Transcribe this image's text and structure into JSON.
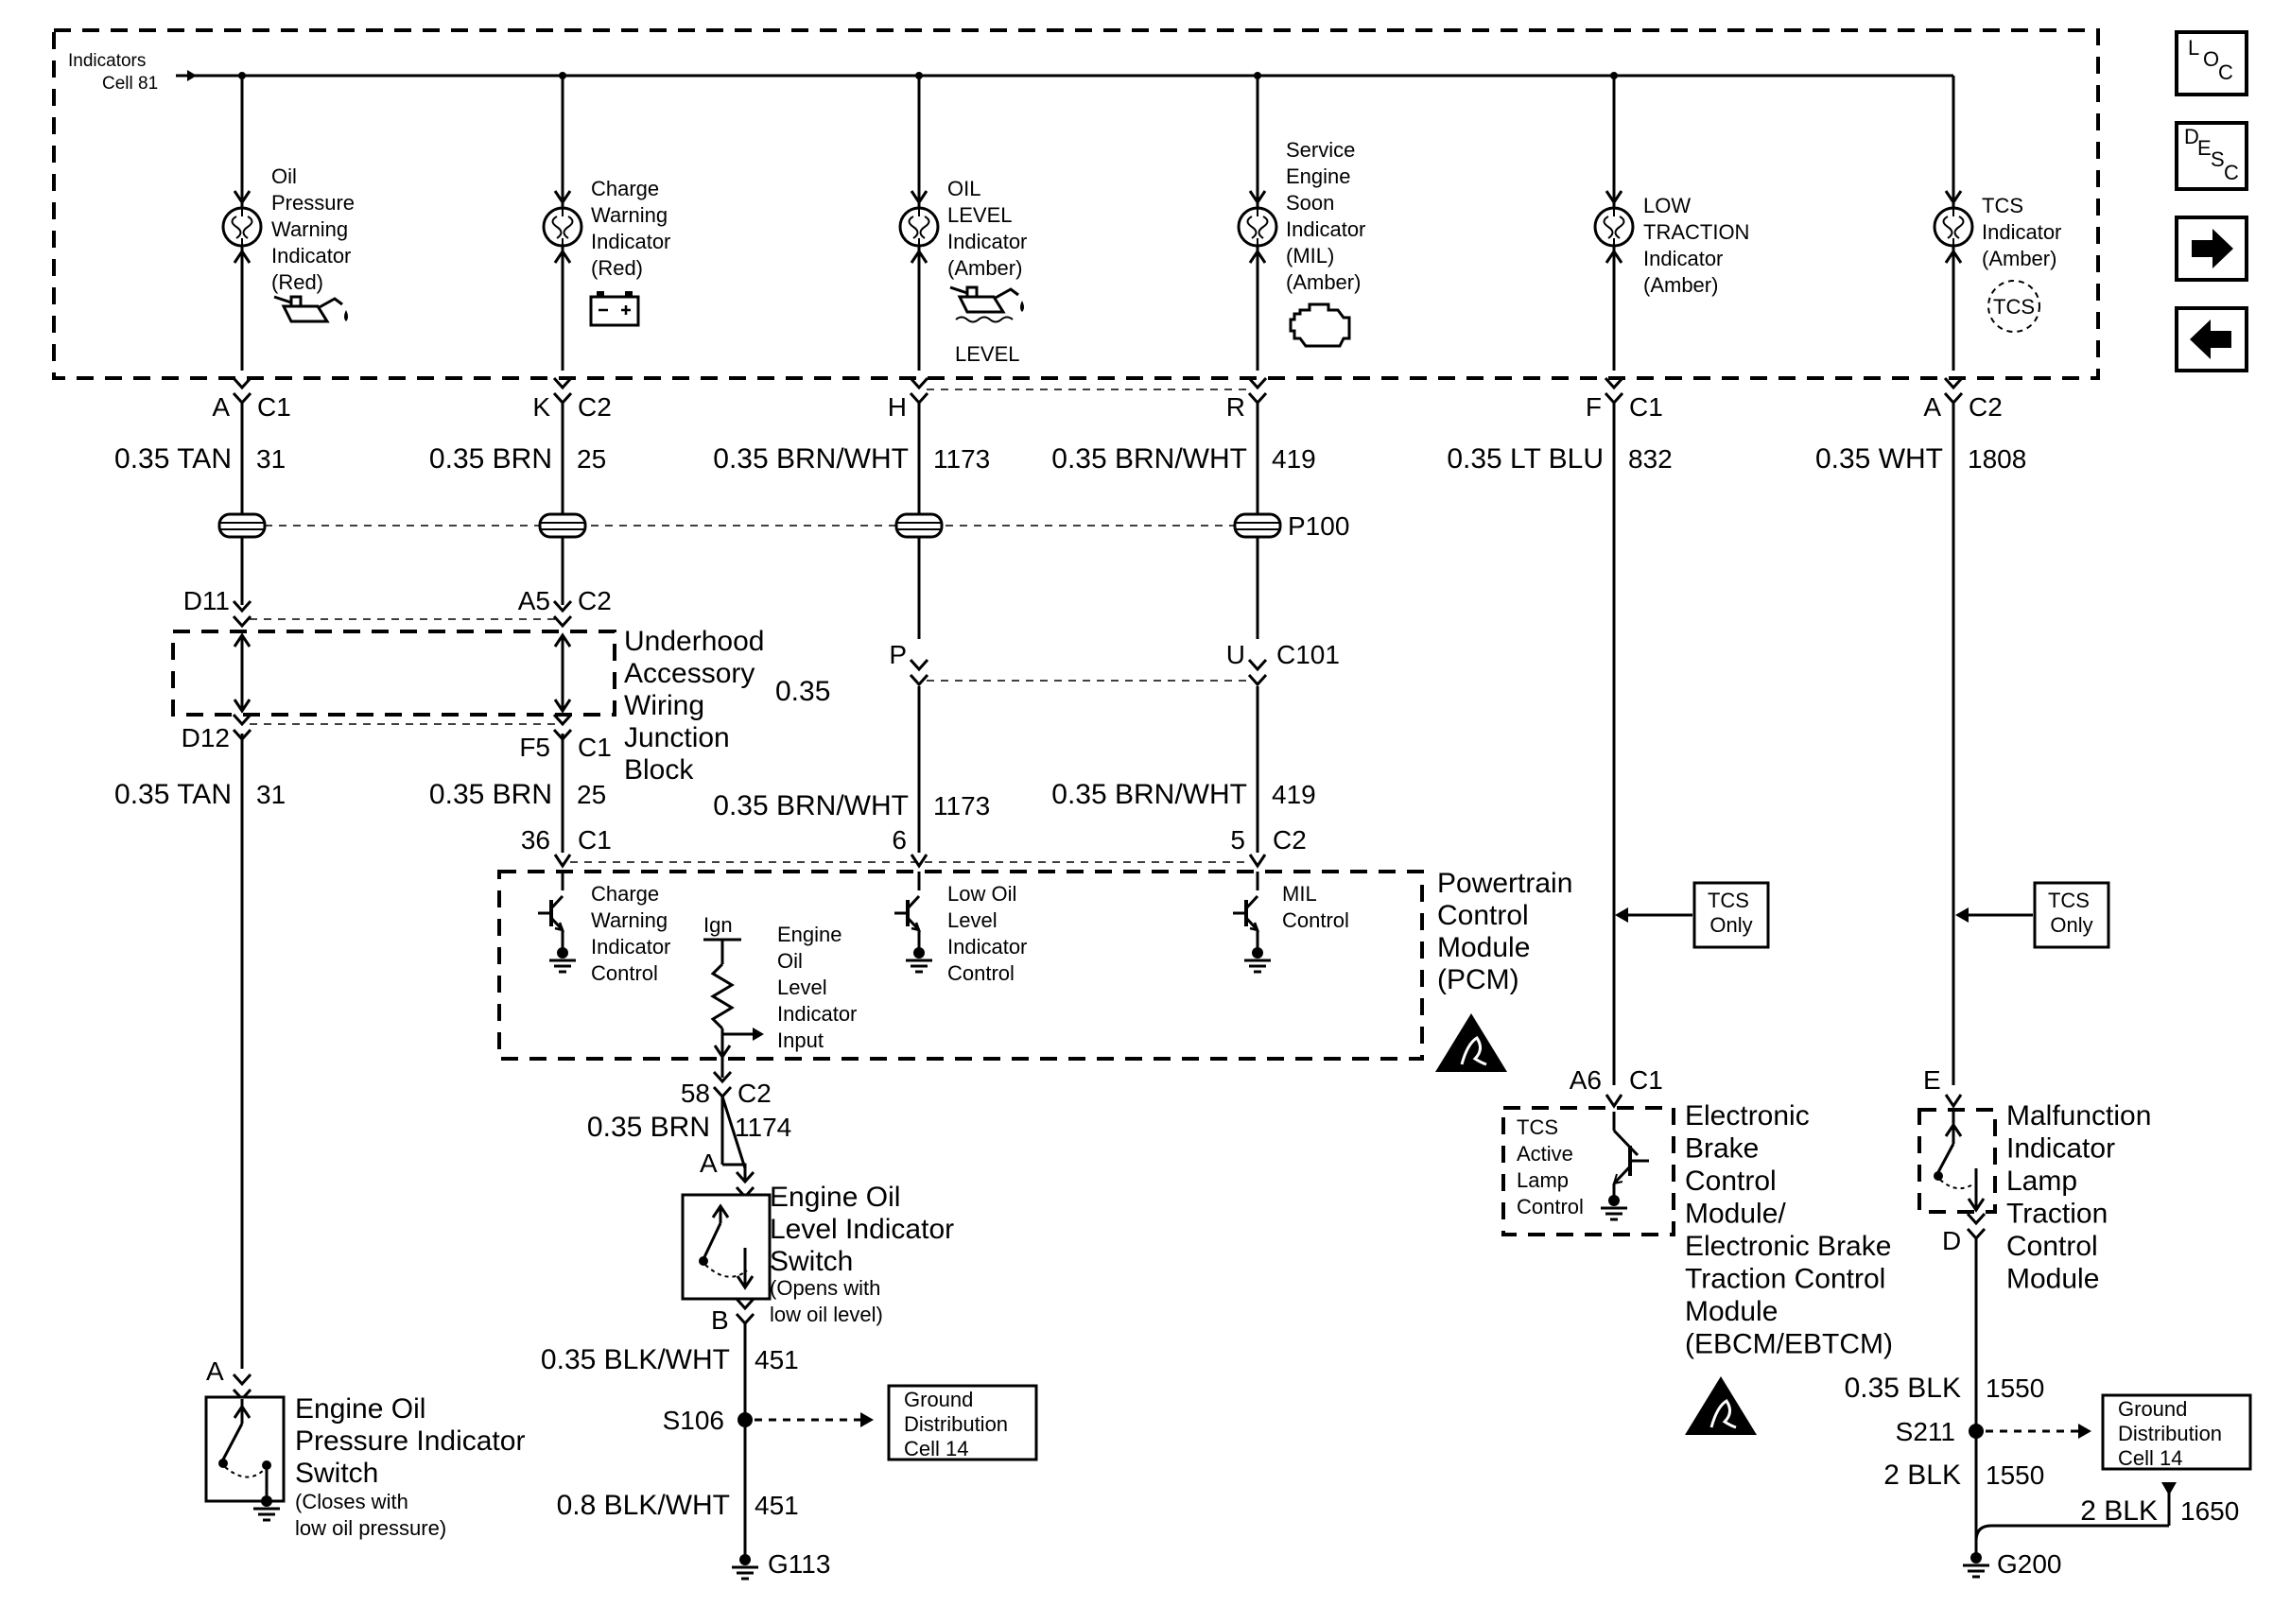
{
  "indicators_cell": {
    "line1": "Indicators",
    "line2": "Cell 81"
  },
  "bulbs": [
    {
      "lines": [
        "Oil",
        "Pressure",
        "Warning",
        "Indicator",
        "(Red)"
      ]
    },
    {
      "lines": [
        "Charge",
        "Warning",
        "Indicator",
        "(Red)"
      ]
    },
    {
      "lines": [
        "OIL",
        "LEVEL",
        "Indicator",
        "(Amber)"
      ],
      "symbol_label": "LEVEL"
    },
    {
      "lines": [
        "Service",
        "Engine",
        "Soon",
        "Indicator",
        "(MIL)",
        "(Amber)"
      ]
    },
    {
      "lines": [
        "LOW",
        "TRACTION",
        "Indicator",
        "(Amber)"
      ]
    },
    {
      "lines": [
        "TCS",
        "Indicator",
        "(Amber)"
      ],
      "symbol_label": "TCS"
    }
  ],
  "connectors_top": [
    {
      "pin": "A",
      "conn": "C1",
      "wire": "0.35 TAN",
      "circuit": "31"
    },
    {
      "pin": "K",
      "conn": "C2",
      "wire": "0.35 BRN",
      "circuit": "25"
    },
    {
      "pin": "H",
      "conn": "",
      "wire": "0.35 BRN/WHT",
      "circuit": "1173"
    },
    {
      "pin": "R",
      "conn": "",
      "wire": "0.35 BRN/WHT",
      "circuit": "419"
    },
    {
      "pin": "F",
      "conn": "C1",
      "wire": "0.35 LT BLU",
      "circuit": "832"
    },
    {
      "pin": "A",
      "conn": "C2",
      "wire": "0.35 WHT",
      "circuit": "1808"
    }
  ],
  "splice_pack": "P100",
  "junction_block": {
    "lines": [
      "Underhood",
      "Accessory",
      "Wiring",
      "Junction",
      "Block"
    ],
    "gauge": "0.35",
    "pin_d11": "D11",
    "pin_a5": "A5",
    "conn_a5": "C2",
    "pin_d12": "D12",
    "pin_f5": "F5",
    "conn_f5": "C1"
  },
  "c101": {
    "pin_p": "P",
    "pin_u": "U",
    "conn": "C101"
  },
  "mid_wires": [
    {
      "wire": "0.35 TAN",
      "circuit": "31"
    },
    {
      "wire": "0.35 BRN",
      "circuit": "25"
    },
    {
      "wire": "0.35 BRN/WHT",
      "circuit": "1173"
    },
    {
      "wire": "0.35 BRN/WHT",
      "circuit": "419"
    }
  ],
  "pcm": {
    "pins": [
      {
        "pin": "36",
        "conn": "C1"
      },
      {
        "pin": "6",
        "conn": ""
      },
      {
        "pin": "5",
        "conn": "C2"
      }
    ],
    "title_lines": [
      "Powertrain",
      "Control",
      "Module",
      "(PCM)"
    ],
    "charge_ctrl": [
      "Charge",
      "Warning",
      "Indicator",
      "Control"
    ],
    "ign": "Ign",
    "oil_input": [
      "Engine",
      "Oil",
      "Level",
      "Indicator",
      "Input"
    ],
    "low_oil_ctrl": [
      "Low Oil",
      "Level",
      "Indicator",
      "Control"
    ],
    "mil_ctrl": [
      "MIL",
      "Control"
    ]
  },
  "level_switch": {
    "pin_top": "58",
    "conn_top": "C2",
    "wire_top": "0.35 BRN",
    "circuit_top": "1174",
    "pin_a": "A",
    "title_lines": [
      "Engine Oil",
      "Level Indicator",
      "Switch"
    ],
    "note_lines": [
      "(Opens with",
      "low oil level)"
    ],
    "pin_b": "B",
    "wire_b": "0.35 BLK/WHT",
    "circuit_b": "451",
    "splice": "S106",
    "wire_g": "0.8 BLK/WHT",
    "circuit_g": "451",
    "ground": "G113",
    "gd_lines": [
      "Ground",
      "Distribution",
      "Cell 14"
    ]
  },
  "pressure_switch": {
    "pin": "A",
    "title_lines": [
      "Engine Oil",
      "Pressure Indicator",
      "Switch"
    ],
    "note_lines": [
      "(Closes with",
      "low oil pressure)"
    ]
  },
  "ebcm": {
    "tcs_only": [
      "TCS",
      "Only"
    ],
    "pin": "A6",
    "conn": "C1",
    "inner_lines": [
      "TCS",
      "Active",
      "Lamp",
      "Control"
    ],
    "title_lines": [
      "Electronic",
      "Brake",
      "Control",
      "Module/",
      "Electronic Brake",
      "Traction Control",
      "Module",
      "(EBCM/EBTCM)"
    ]
  },
  "mil_tcm": {
    "tcs_only": [
      "TCS",
      "Only"
    ],
    "pin_e": "E",
    "title_lines": [
      "Malfunction",
      "Indicator",
      "Lamp",
      "Traction",
      "Control",
      "Module"
    ],
    "pin_d": "D",
    "wire_1": "0.35 BLK",
    "circuit_1": "1550",
    "splice": "S211",
    "gd_lines": [
      "Ground",
      "Distribution",
      "Cell 14"
    ],
    "wire_2": "2 BLK",
    "circuit_2": "1550",
    "wire_3": "2 BLK",
    "circuit_3": "1650",
    "ground": "G200"
  },
  "nav": {
    "loc": [
      "L",
      "O",
      "C"
    ],
    "desc": [
      "D",
      "E",
      "S",
      "C"
    ]
  }
}
